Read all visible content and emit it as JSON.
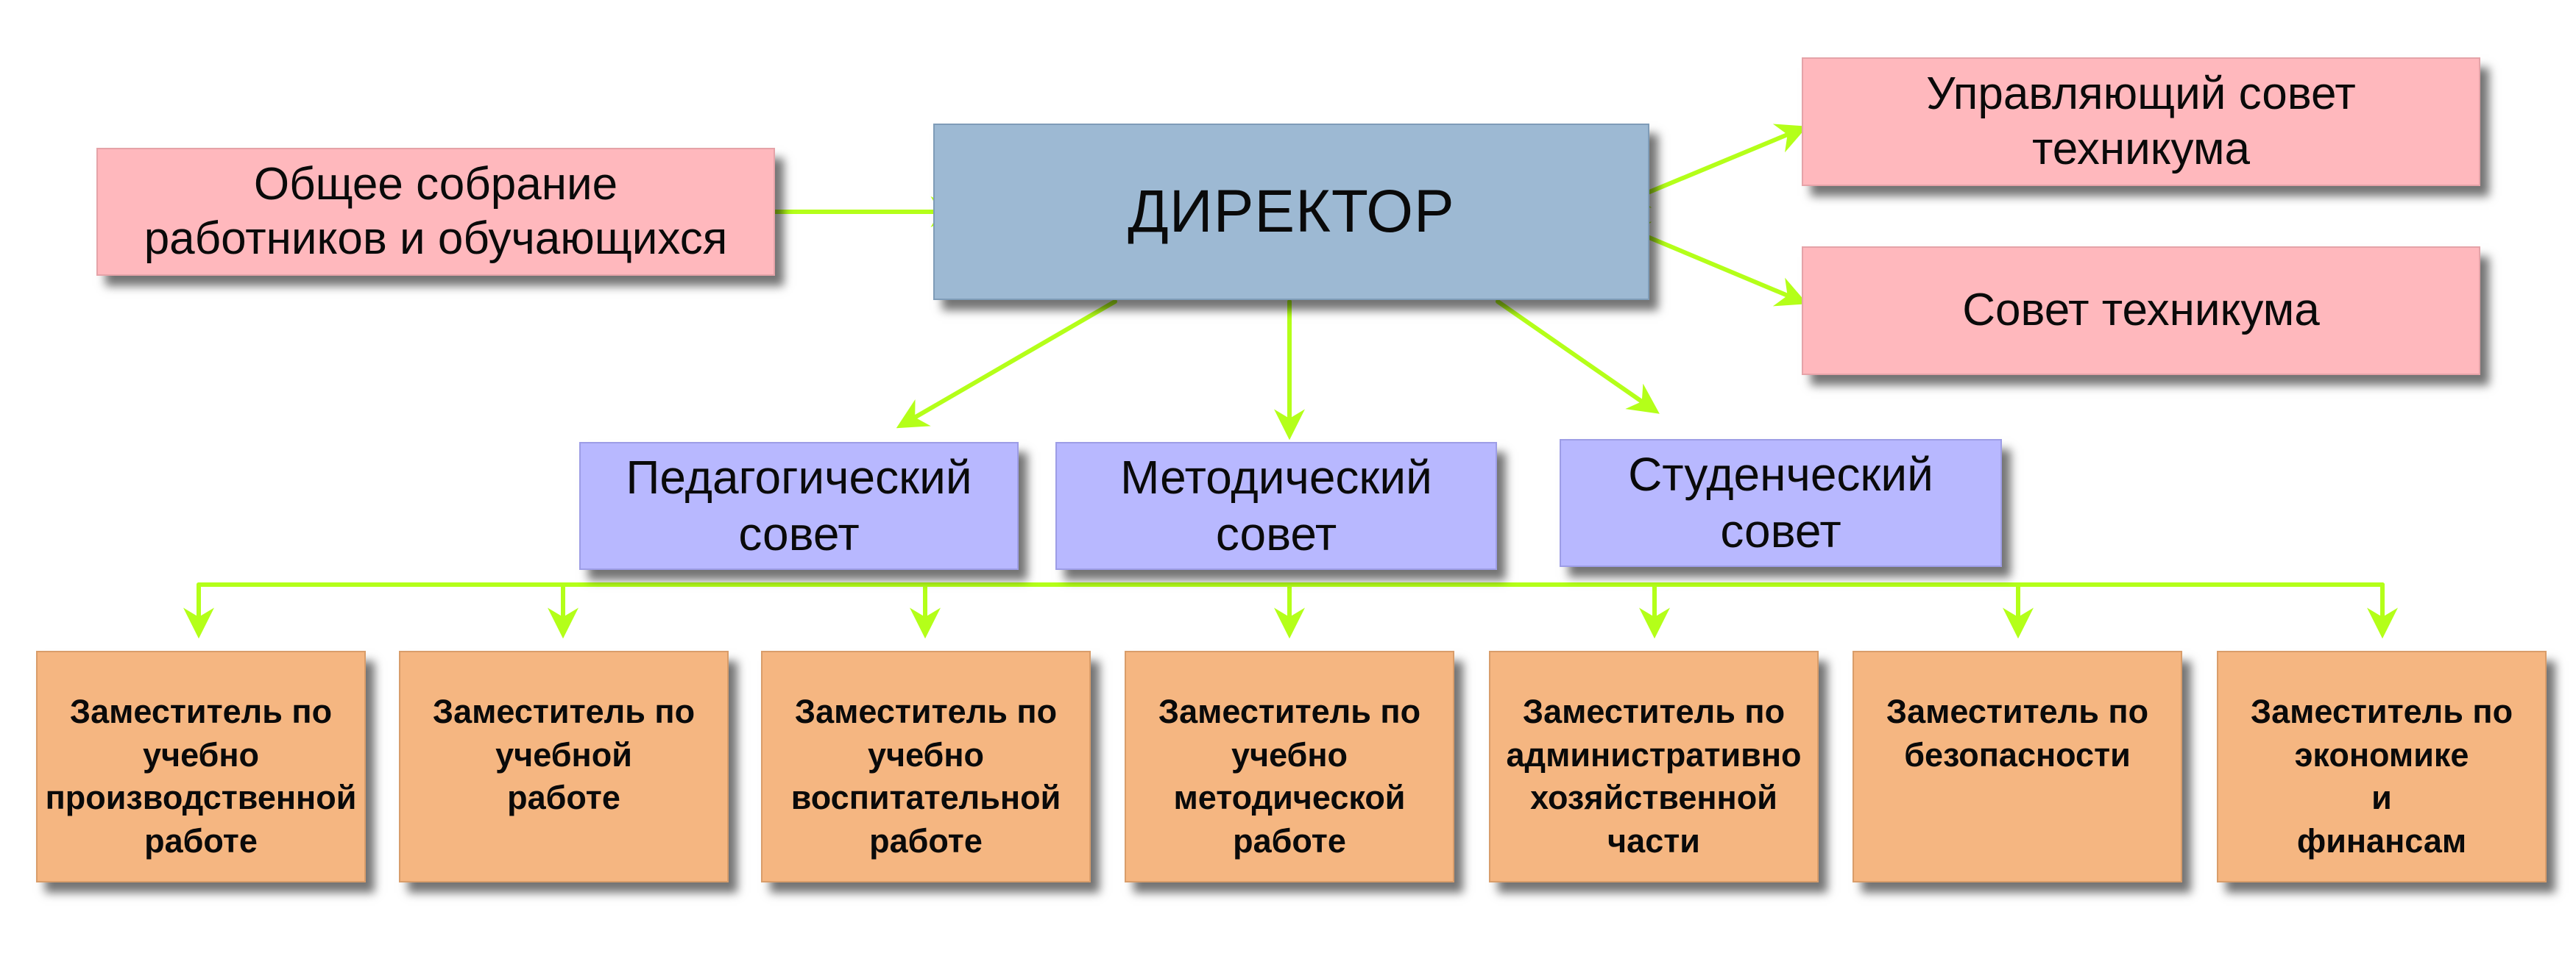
{
  "diagram": {
    "director": {
      "label": "ДИРЕКТОР"
    },
    "councils": [
      {
        "label": "Общее собрание\nработников и обучающихся"
      },
      {
        "label": "Управляющий совет\nтехникума"
      },
      {
        "label": "Совет техникума"
      }
    ],
    "boards": [
      {
        "label": "Педагогический\nсовет"
      },
      {
        "label": "Методический\nсовет"
      },
      {
        "label": "Студенческий\nсовет"
      }
    ],
    "deputies": [
      {
        "label": "Заместитель по\nучебно\nпроизводственной\nработе"
      },
      {
        "label": "Заместитель по\nучебной\nработе"
      },
      {
        "label": "Заместитель по\nучебно\nвоспитательной\nработе"
      },
      {
        "label": "Заместитель по\nучебно\nметодической\nработе"
      },
      {
        "label": "Заместитель по\nадминистративно\nхозяйственной\nчасти"
      },
      {
        "label": "Заместитель по\nбезопасности"
      },
      {
        "label": "Заместитель по\nэкономике\nи\nфинансам"
      }
    ],
    "colors": {
      "arrow": "#b4ff19",
      "director": "#9db9d3",
      "council": "#ffb8bd",
      "board": "#b8b8ff",
      "deputy": "#f5b681"
    }
  }
}
